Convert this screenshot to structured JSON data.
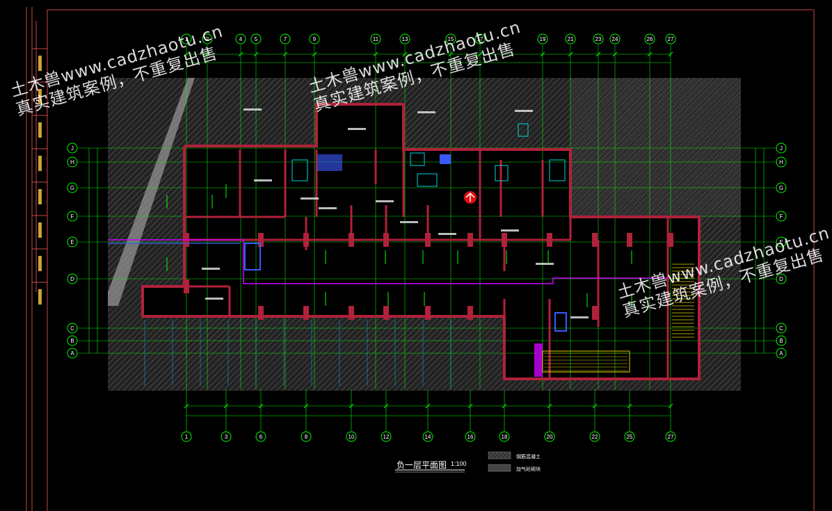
{
  "drawing": {
    "title": "负一层平面图",
    "scale": "1:100",
    "legend": [
      {
        "label": "钢筋混凝土"
      },
      {
        "label": "加气砼砌块"
      }
    ],
    "watermarks": [
      {
        "line1": "土木兽www.cadzhaotu.cn",
        "line2": "真实建筑案例，不重复出售"
      },
      {
        "line1": "土木兽www.cadzhaotu.cn",
        "line2": "真实建筑案例，不重复出售"
      },
      {
        "line1": "土木兽www.cadzhaotu.cn",
        "line2": "真实建筑案例，不重复出售"
      }
    ]
  },
  "grid": {
    "top_axes": [
      "1",
      "2",
      "4",
      "5",
      "7",
      "9",
      "11",
      "13",
      "15",
      "17",
      "19",
      "21",
      "23",
      "24",
      "26",
      "27"
    ],
    "bottom_axes": [
      "1",
      "3",
      "6",
      "8",
      "10",
      "12",
      "14",
      "16",
      "18",
      "20",
      "22",
      "25",
      "27"
    ],
    "rows": [
      "J",
      "H",
      "G",
      "F",
      "E",
      "D",
      "C",
      "B",
      "A"
    ]
  },
  "colors": {
    "background": "#000000",
    "grid_line": "#00ff00",
    "wall": "#ff2a2a",
    "wall_fill": "#b0213a",
    "hatch": "#8a8a8a",
    "pipe_magenta": "#d000ff",
    "pipe_blue": "#3a5aff",
    "frame": "#c84a4a",
    "text_white": "#ffffff"
  }
}
